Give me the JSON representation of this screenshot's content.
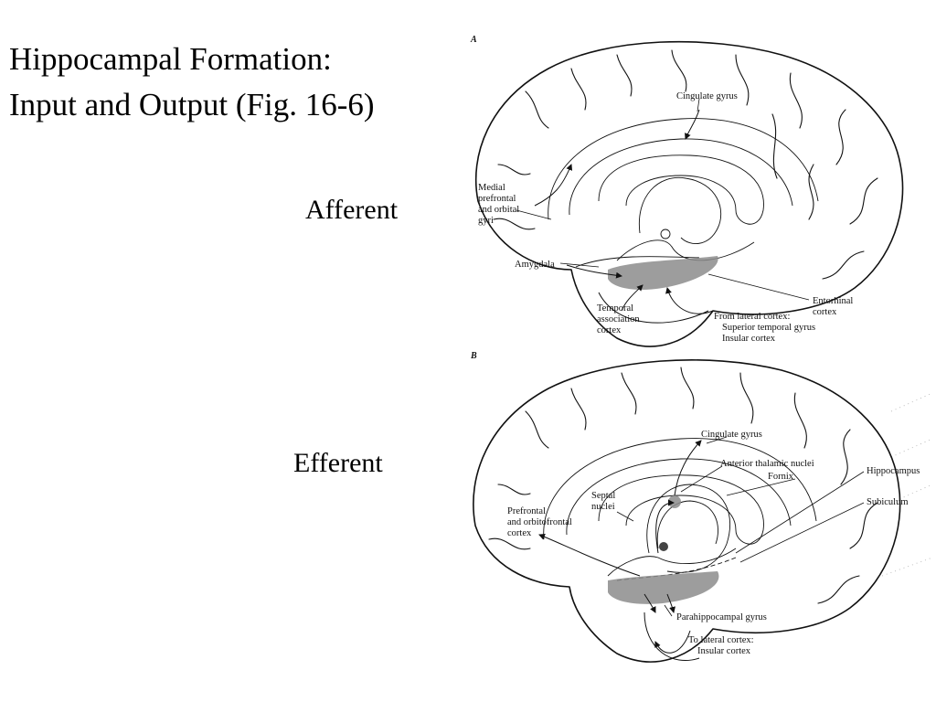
{
  "slide": {
    "title_line1": "Hippocampal Formation:",
    "title_line2": "Input and Output (Fig. 16-6)",
    "afferent_label": "Afferent",
    "efferent_label": "Efferent"
  },
  "figure_a": {
    "panel_letter": "A",
    "labels": {
      "cingulate_gyrus": "Cingulate gyrus",
      "medial_prefrontal_1": "Medial",
      "medial_prefrontal_2": "prefrontal",
      "medial_prefrontal_3": "and orbital",
      "medial_prefrontal_4": "gyri",
      "amygdala": "Amygdala",
      "temporal_1": "Temporal",
      "temporal_2": "association",
      "temporal_3": "cortex",
      "entorhinal_1": "Entorhinal",
      "entorhinal_2": "cortex",
      "lateral_1": "From lateral cortex:",
      "lateral_2": "Superior temporal gyrus",
      "lateral_3": "Insular cortex"
    }
  },
  "figure_b": {
    "panel_letter": "B",
    "labels": {
      "cingulate_gyrus": "Cingulate gyrus",
      "anterior_thalamic": "Anterior thalamic nuclei",
      "fornix": "Fornix",
      "hippocampus": "Hippocampus",
      "subiculum": "Subiculum",
      "septal_1": "Septal",
      "septal_2": "nuclei",
      "prefrontal_1": "Prefrontal",
      "prefrontal_2": "and orbitofrontal",
      "prefrontal_3": "cortex",
      "parahippocampal": "Parahippocampal gyrus",
      "to_lateral_1": "To lateral cortex:",
      "to_lateral_2": "Insular cortex"
    }
  },
  "colors": {
    "background": "#ffffff",
    "text": "#000000",
    "shading": "#8c8c8c"
  }
}
